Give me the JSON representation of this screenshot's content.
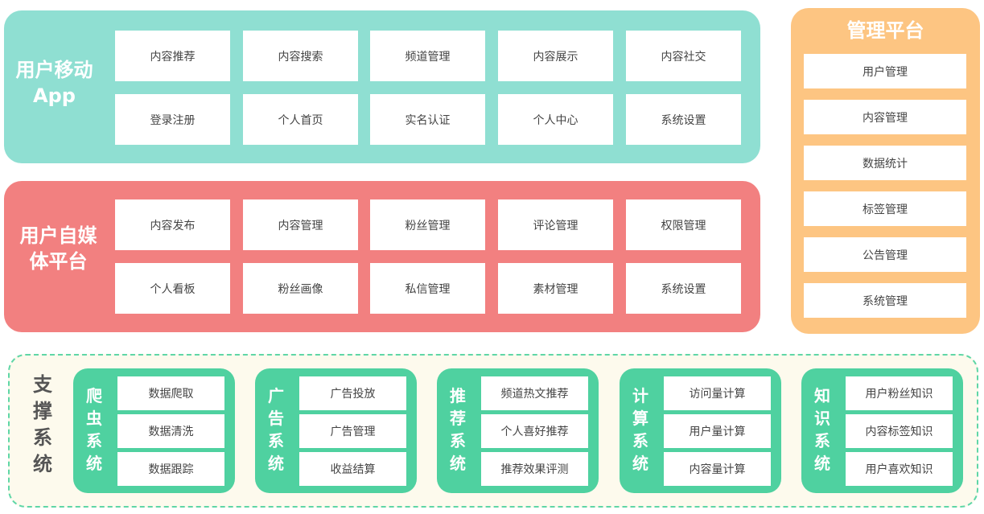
{
  "mobile": {
    "title": "用户移动App",
    "items": [
      "内容推荐",
      "内容搜索",
      "频道管理",
      "内容展示",
      "内容社交",
      "登录注册",
      "个人首页",
      "实名认证",
      "个人中心",
      "系统设置"
    ]
  },
  "media": {
    "title": "用户自媒体平台",
    "items": [
      "内容发布",
      "内容管理",
      "粉丝管理",
      "评论管理",
      "权限管理",
      "个人看板",
      "粉丝画像",
      "私信管理",
      "素材管理",
      "系统设置"
    ]
  },
  "admin": {
    "title": "管理平台",
    "items": [
      "用户管理",
      "内容管理",
      "数据统计",
      "标签管理",
      "公告管理",
      "系统管理"
    ]
  },
  "support": {
    "title": "支撑系统",
    "systems": [
      {
        "title": "爬虫系统",
        "items": [
          "数据爬取",
          "数据清洗",
          "数据跟踪"
        ]
      },
      {
        "title": "广告系统",
        "items": [
          "广告投放",
          "广告管理",
          "收益结算"
        ]
      },
      {
        "title": "推荐系统",
        "items": [
          "频道热文推荐",
          "个人喜好推荐",
          "推荐效果评测"
        ]
      },
      {
        "title": "计算系统",
        "items": [
          "访问量计算",
          "用户量计算",
          "内容量计算"
        ]
      },
      {
        "title": "知识系统",
        "items": [
          "用户粉丝知识",
          "内容标签知识",
          "用户喜欢知识"
        ]
      }
    ]
  },
  "colors": {
    "mobile": "#8fdfd2",
    "media": "#f28080",
    "admin": "#fdc582",
    "support": "#4fd1a0"
  }
}
